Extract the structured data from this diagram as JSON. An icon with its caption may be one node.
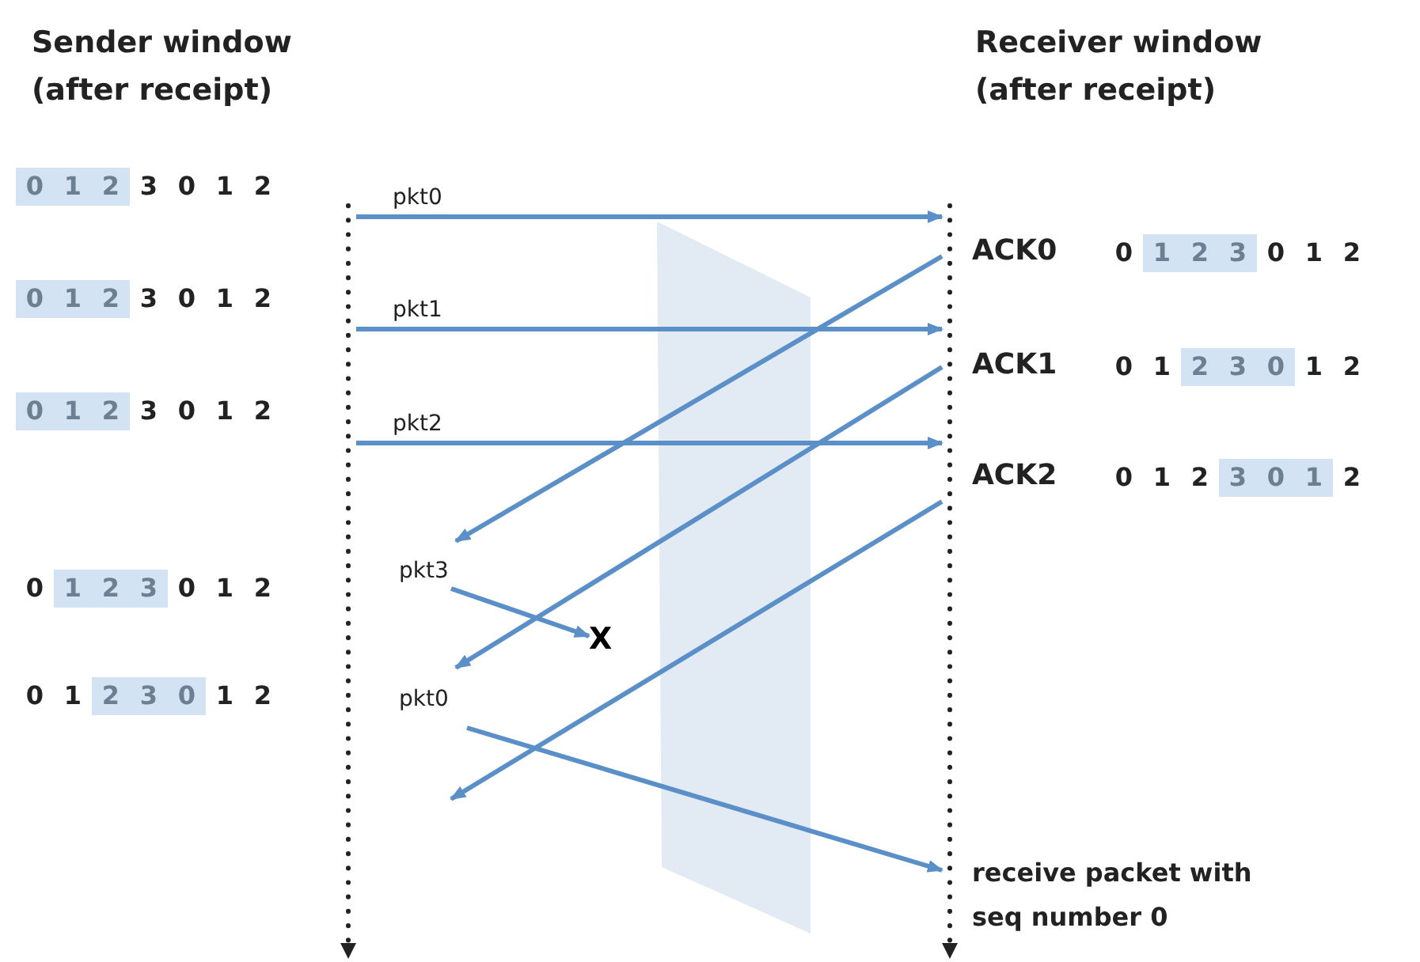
{
  "diagram": {
    "nodes": [
      {
        "text": [],
        "shape": "line"
      },
      {
        "text": [],
        "shape": "line"
      },
      {
        "text": [
          "X"
        ]
      }
    ],
    "edges": [
      {
        "from": 0,
        "to": 1,
        "arrow": "to",
        "label": "pkt0"
      },
      {
        "from": 0,
        "to": 1,
        "arrow": "to",
        "label": "pkt1"
      },
      {
        "from": 0,
        "to": 1,
        "arrow": "to",
        "label": "pkt2"
      },
      {
        "from": 1,
        "to": 0,
        "arrow": "to",
        "label": "ACK0"
      },
      {
        "from": 1,
        "to": 0,
        "arrow": "to",
        "label": "ACK1"
      },
      {
        "from": 0,
        "to": 2,
        "arrow": "to",
        "label": "pkt3"
      },
      {
        "from": 1,
        "to": 0,
        "arrow": "to",
        "label": "ACK2"
      },
      {
        "from": 0,
        "to": 1,
        "arrow": "to",
        "label": "pkt0"
      }
    ],
    "labels": [
      "Sender window (after receipt)",
      "Receiver window (after receipt)",
      "0 1 2 3 0 1 2",
      "0 1 2 3 0 1 2",
      "0 1 2 3 0 1 2",
      "0 1 2 3 0 1 2",
      "0 1 2 3 0 1 2",
      "0 1 2 3 0 1 2",
      "0 1 2 3 0 1 2",
      "0 1 2 3 0 1 2",
      "receive packet with seq number 0"
    ]
  }
}
